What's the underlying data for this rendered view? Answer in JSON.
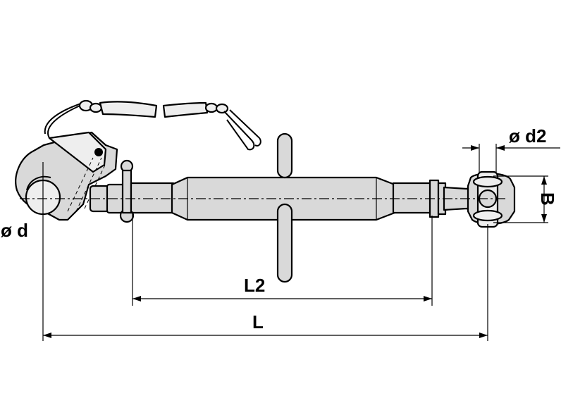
{
  "diagram": {
    "labels": {
      "bore_diameter": "ø d",
      "ball_diameter": "ø d2",
      "ball_width": "B",
      "thread_length": "L2",
      "total_length": "L"
    }
  }
}
